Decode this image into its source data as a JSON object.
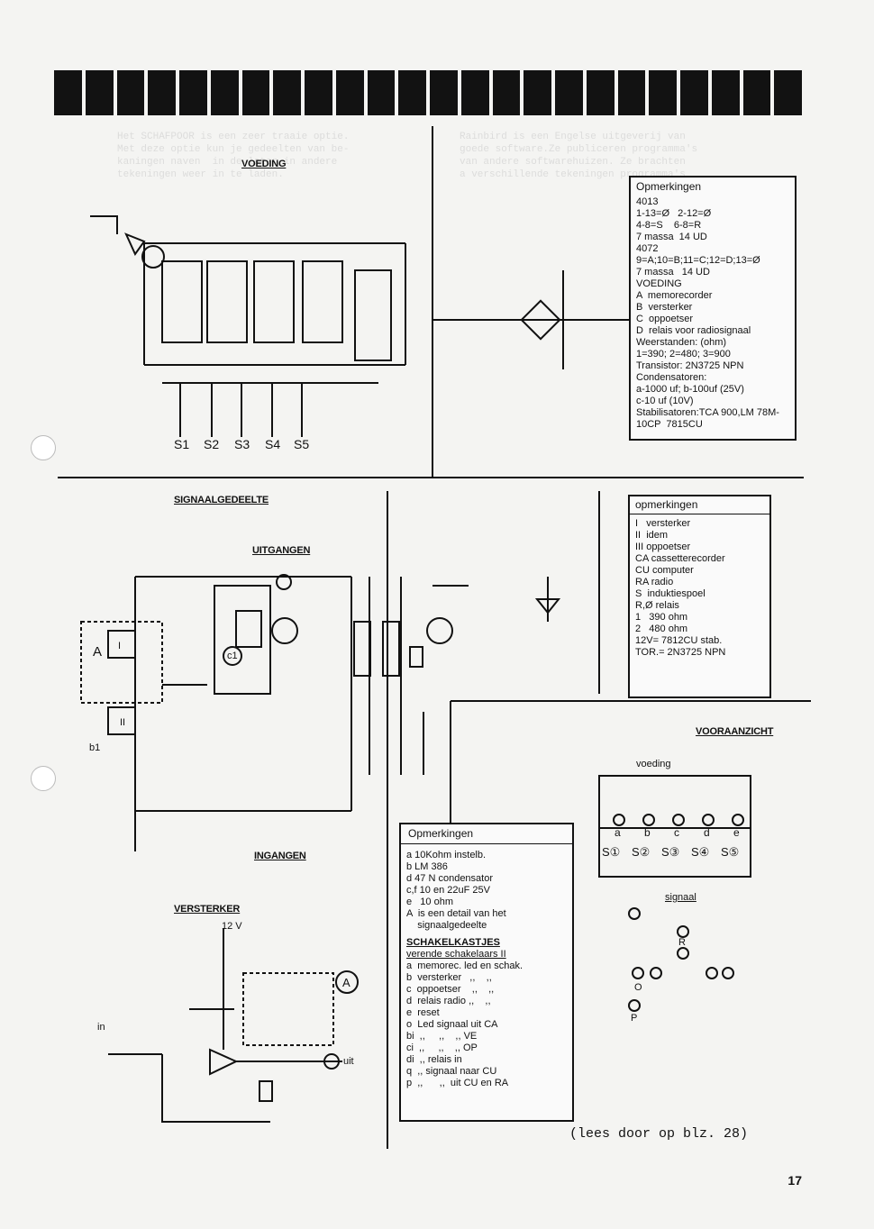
{
  "header": {
    "bars": 24
  },
  "sections": {
    "voeding": "VOEDING",
    "signaal": "SIGNAALGEDEELTE",
    "uitgangen": "UITGANGEN",
    "ingangen": "INGANGEN",
    "versterker": "VERSTERKER",
    "vooraanzicht": "VOORAANZICHT",
    "voeding_small": "voeding",
    "signaal_small": "signaal"
  },
  "labels": {
    "r12v": "12 V",
    "in": "in",
    "uit": "uit",
    "c1": "c1",
    "C": "C",
    "e": "e",
    "a": "a",
    "c": "c",
    "b1": "b1",
    "S1": "S1",
    "S2": "S2",
    "S3": "S3",
    "S4": "S4",
    "S5": "S5"
  },
  "note1": {
    "title": "Opmerkingen",
    "lines": [
      "4013",
      "1-13=Ø   2-12=Ø",
      "4-8=S    6-8=R",
      "7 massa  14 UD",
      "4072",
      "9=A;10=B;11=C;12=D;13=Ø",
      "7 massa   14 UD",
      "VOEDING",
      "A  memorecorder",
      "B  versterker",
      "C  oppoetser",
      "D  relais voor radiosignaal",
      "Weerstanden: (ohm)",
      "1=390; 2=480; 3=900",
      "Transistor: 2N3725 NPN",
      "Condensatoren:",
      "a-1000 uf; b-100uf (25V)",
      "c-10 uf (10V)",
      "Stabilisatoren:TCA 900,LM 78M-",
      "10CP  7815CU"
    ]
  },
  "note2": {
    "title": "opmerkingen",
    "lines": [
      "I   versterker",
      "II  idem",
      "III oppoetser",
      "CA cassetterecorder",
      "CU computer",
      "RA radio",
      "S  induktiespoel",
      "R,Ø relais",
      "1   390 ohm",
      "2   480 ohm",
      "12V= 7812CU stab.",
      "TOR.= 2N3725 NPN"
    ]
  },
  "note3": {
    "title": "Opmerkingen",
    "lines": [
      "a 10Kohm instelb.",
      "b LM 386",
      "d 47 N condensator",
      "c,f 10 en 22uF 25V",
      "e   10 ohm",
      "A  is een detail van het",
      "    signaalgedeelte"
    ],
    "sub_title": "SCHAKELKASTJES",
    "sub_sub": "verende schakelaars II",
    "rows": [
      "a  memorec. led en schak.",
      "b  versterker   ,,    ,,",
      "c  oppoetser    ,,    ,,",
      "d  relais radio ,,    ,,",
      "e  reset",
      "o  Led signaal uit CA",
      "bi  ,,     ,,    ,, VE",
      "ci  ,,     ,,    ,, OP",
      "di  ,, relais in",
      "q  ,, signaal naar CU",
      "p  ,,      ,,  uit CU en RA"
    ]
  },
  "front": {
    "letters": [
      "a",
      "b",
      "c",
      "d",
      "e"
    ],
    "switches": [
      "S①",
      "S②",
      "S③",
      "S④",
      "S⑤"
    ],
    "row_labels": [
      "R",
      "O",
      "P"
    ]
  },
  "footer": {
    "lees": "(lees door op blz. 28)",
    "page": "17"
  }
}
